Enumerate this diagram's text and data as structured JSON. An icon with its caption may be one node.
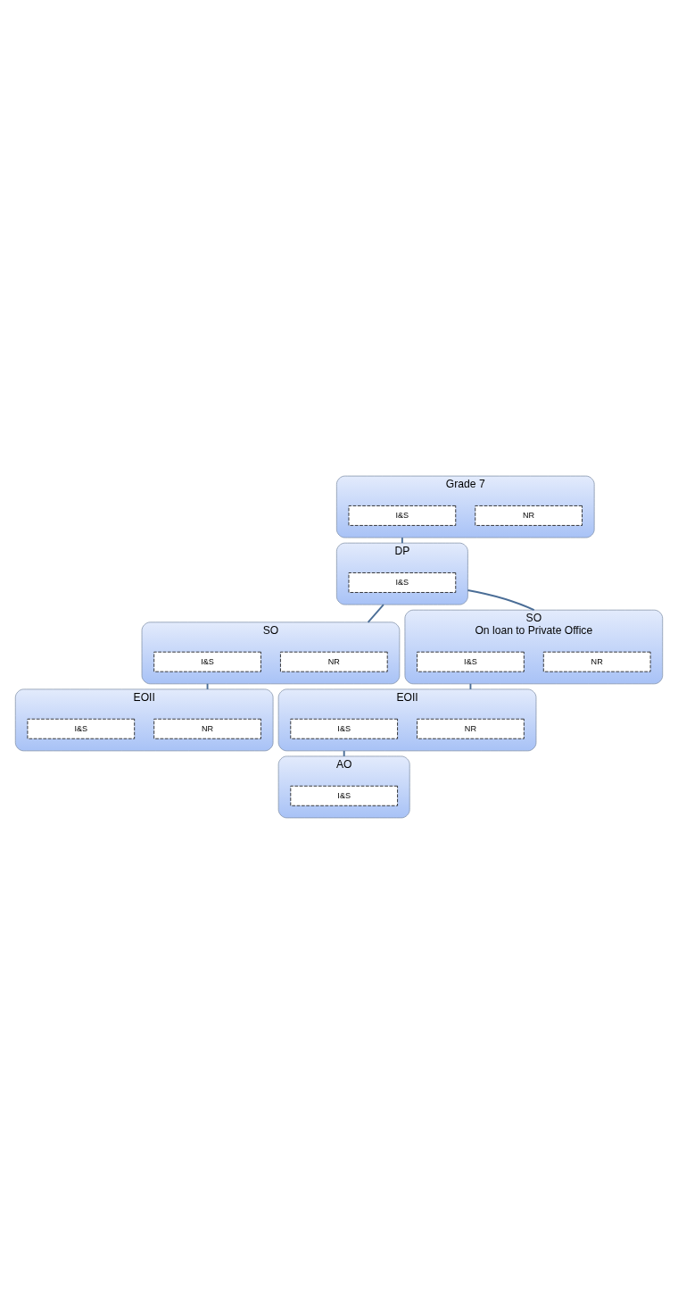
{
  "diagram": {
    "nodes": [
      {
        "text": [
          "Grade 7"
        ]
      },
      {
        "text": [
          "NR"
        ],
        "in": 0
      },
      {
        "text": [
          "I&S"
        ],
        "in": 0
      },
      {
        "text": [
          "DP"
        ]
      },
      {
        "text": [
          "I&S"
        ],
        "in": 3
      },
      {
        "text": [
          "SO"
        ]
      },
      {
        "text": [
          "NR"
        ],
        "in": 5
      },
      {
        "text": [
          "I&S"
        ],
        "in": 5
      },
      {
        "text": [
          "SO",
          "On loan to Private Office"
        ]
      },
      {
        "text": [
          "NR"
        ],
        "in": 8
      },
      {
        "text": [
          "I&S"
        ],
        "in": 8
      },
      {
        "text": [
          "EOII"
        ]
      },
      {
        "text": [
          "NR"
        ],
        "in": 11
      },
      {
        "text": [
          "I&S"
        ],
        "in": 11
      },
      {
        "text": [
          "EOII"
        ]
      },
      {
        "text": [
          "NR"
        ],
        "in": 14
      },
      {
        "text": [
          "I&S"
        ],
        "in": 14
      },
      {
        "text": [
          "AO"
        ]
      },
      {
        "text": [
          "I&S"
        ],
        "in": 17
      }
    ],
    "edges": [
      {
        "from": 0,
        "to": 3,
        "arrow": "none"
      },
      {
        "from": 3,
        "to": 5,
        "arrow": "none"
      },
      {
        "from": 3,
        "to": 8,
        "arrow": "none"
      },
      {
        "from": 5,
        "to": 11,
        "arrow": "none"
      },
      {
        "from": 8,
        "to": 14,
        "arrow": "none"
      },
      {
        "from": 14,
        "to": 17,
        "arrow": "none"
      }
    ]
  }
}
